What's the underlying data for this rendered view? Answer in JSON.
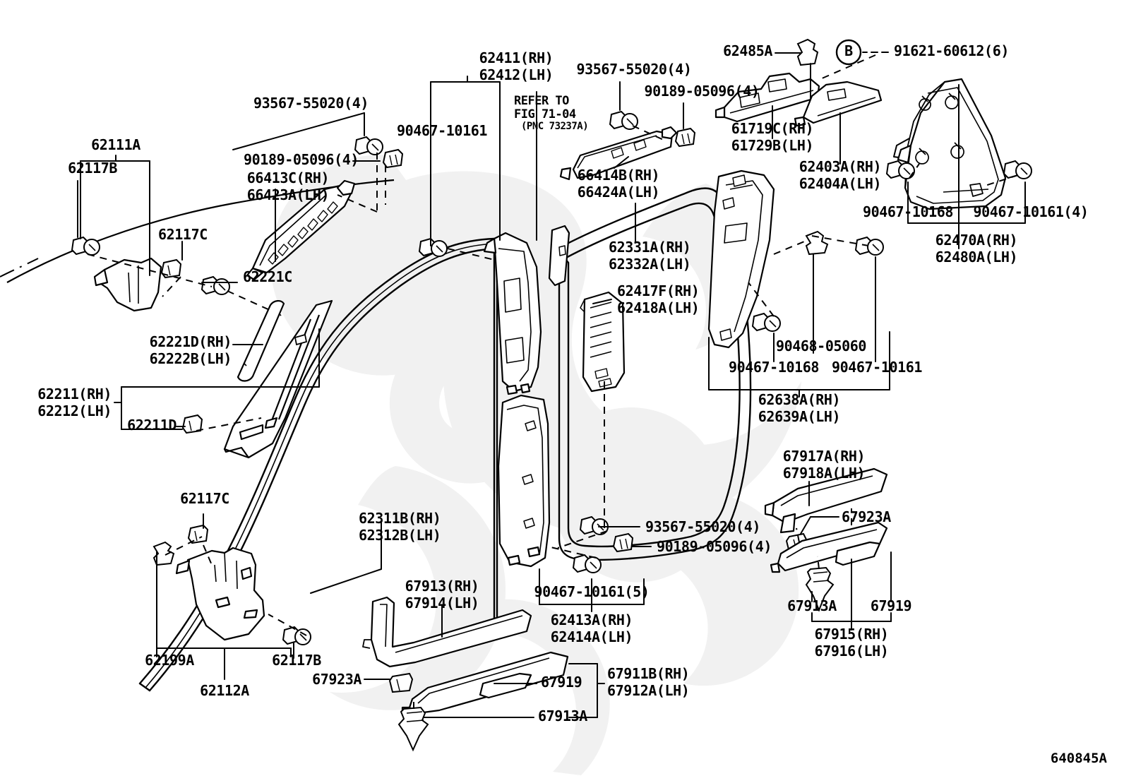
{
  "diagram": {
    "drawing_number": "640845A",
    "figure_reference": {
      "line1": "REFER TO",
      "line2": "FIG 71-04",
      "line3": "(PNC 73237A)"
    },
    "callout_letter": "B"
  },
  "labels": {
    "l_62111a": "62111A",
    "l_62117b_top": "62117B",
    "l_62117c_top": "62117C",
    "l_93567_55020_left": "93567-55020(4)",
    "l_90189_05096_left": "90189-05096(4)",
    "l_66413c": "66413C(RH)",
    "l_66423a": "66423A(LH)",
    "l_62221c": "62221C",
    "l_62221d": "62221D(RH)",
    "l_62222b": "62222B(LH)",
    "l_62211": "62211(RH)",
    "l_62212": "62212(LH)",
    "l_62211d": "62211D",
    "l_62117c_mid": "62117C",
    "l_62199a": "62199A",
    "l_62117b_bot": "62117B",
    "l_62112a": "62112A",
    "l_62411": "62411(RH)",
    "l_62412": "62412(LH)",
    "l_90467_10161_top": "90467-10161",
    "l_93567_55020_mid": "93567-55020(4)",
    "l_90189_05096_mid": "90189-05096(4)",
    "l_66414b": "66414B(RH)",
    "l_66424a": "66424A(LH)",
    "l_62331a": "62331A(RH)",
    "l_62332a": "62332A(LH)",
    "l_62417f": "62417F(RH)",
    "l_62418a": "62418A(LH)",
    "l_62311b": "62311B(RH)",
    "l_62312b": "62312B(LH)",
    "l_93567_55020_bot": "93567-55020(4)",
    "l_90189_05096_bot": "90189-05096(4)",
    "l_90467_10161_5": "90467-10161(5)",
    "l_62413a": "62413A(RH)",
    "l_62414a": "62414A(LH)",
    "l_67913_rh": "67913(RH)",
    "l_67914_lh": "67914(LH)",
    "l_67923a_left": "67923A",
    "l_67919_mid": "67919",
    "l_67911b": "67911B(RH)",
    "l_67912a": "67912A(LH)",
    "l_67913a_bot": "67913A",
    "l_62485a": "62485A",
    "l_91621_60612": "91621-60612(6)",
    "l_61719c": "61719C(RH)",
    "l_61729b": "61729B(LH)",
    "l_62403a": "62403A(RH)",
    "l_62404a": "62404A(LH)",
    "l_90467_10168_r1": "90467-10168",
    "l_90467_10161_4": "90467-10161(4)",
    "l_62470a": "62470A(RH)",
    "l_62480a": "62480A(LH)",
    "l_90468_05060": "90468-05060",
    "l_90467_10168_r2": "90467-10168",
    "l_90467_10161_r2": "90467-10161",
    "l_62638a": "62638A(RH)",
    "l_62639a": "62639A(LH)",
    "l_67917a": "67917A(RH)",
    "l_67918a": "67918A(LH)",
    "l_67923a_right": "67923A",
    "l_67913a_right": "67913A",
    "l_67919_right": "67919",
    "l_67915": "67915(RH)",
    "l_67916": "67916(LH)"
  },
  "colors": {
    "ink": "#000000",
    "background": "#ffffff",
    "watermark": "#f0f0f0"
  }
}
